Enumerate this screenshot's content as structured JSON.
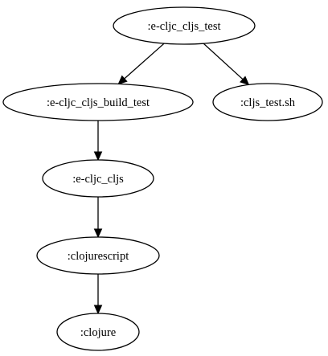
{
  "graph": {
    "nodes": [
      {
        "id": "e_cljc_cljs_test",
        "label": ":e-cljc_cljs_test"
      },
      {
        "id": "e_cljc_cljs_build_test",
        "label": ":e-cljc_cljs_build_test"
      },
      {
        "id": "cljs_test_sh",
        "label": ":cljs_test.sh"
      },
      {
        "id": "e_cljc_cljs",
        "label": ":e-cljc_cljs"
      },
      {
        "id": "clojurescript",
        "label": ":clojurescript"
      },
      {
        "id": "clojure",
        "label": ":clojure"
      }
    ],
    "edges": [
      {
        "from": "e_cljc_cljs_test",
        "to": "e_cljc_cljs_build_test"
      },
      {
        "from": "e_cljc_cljs_test",
        "to": "cljs_test_sh"
      },
      {
        "from": "e_cljc_cljs_build_test",
        "to": "e_cljc_cljs"
      },
      {
        "from": "e_cljc_cljs",
        "to": "clojurescript"
      },
      {
        "from": "clojurescript",
        "to": "clojure"
      }
    ]
  }
}
